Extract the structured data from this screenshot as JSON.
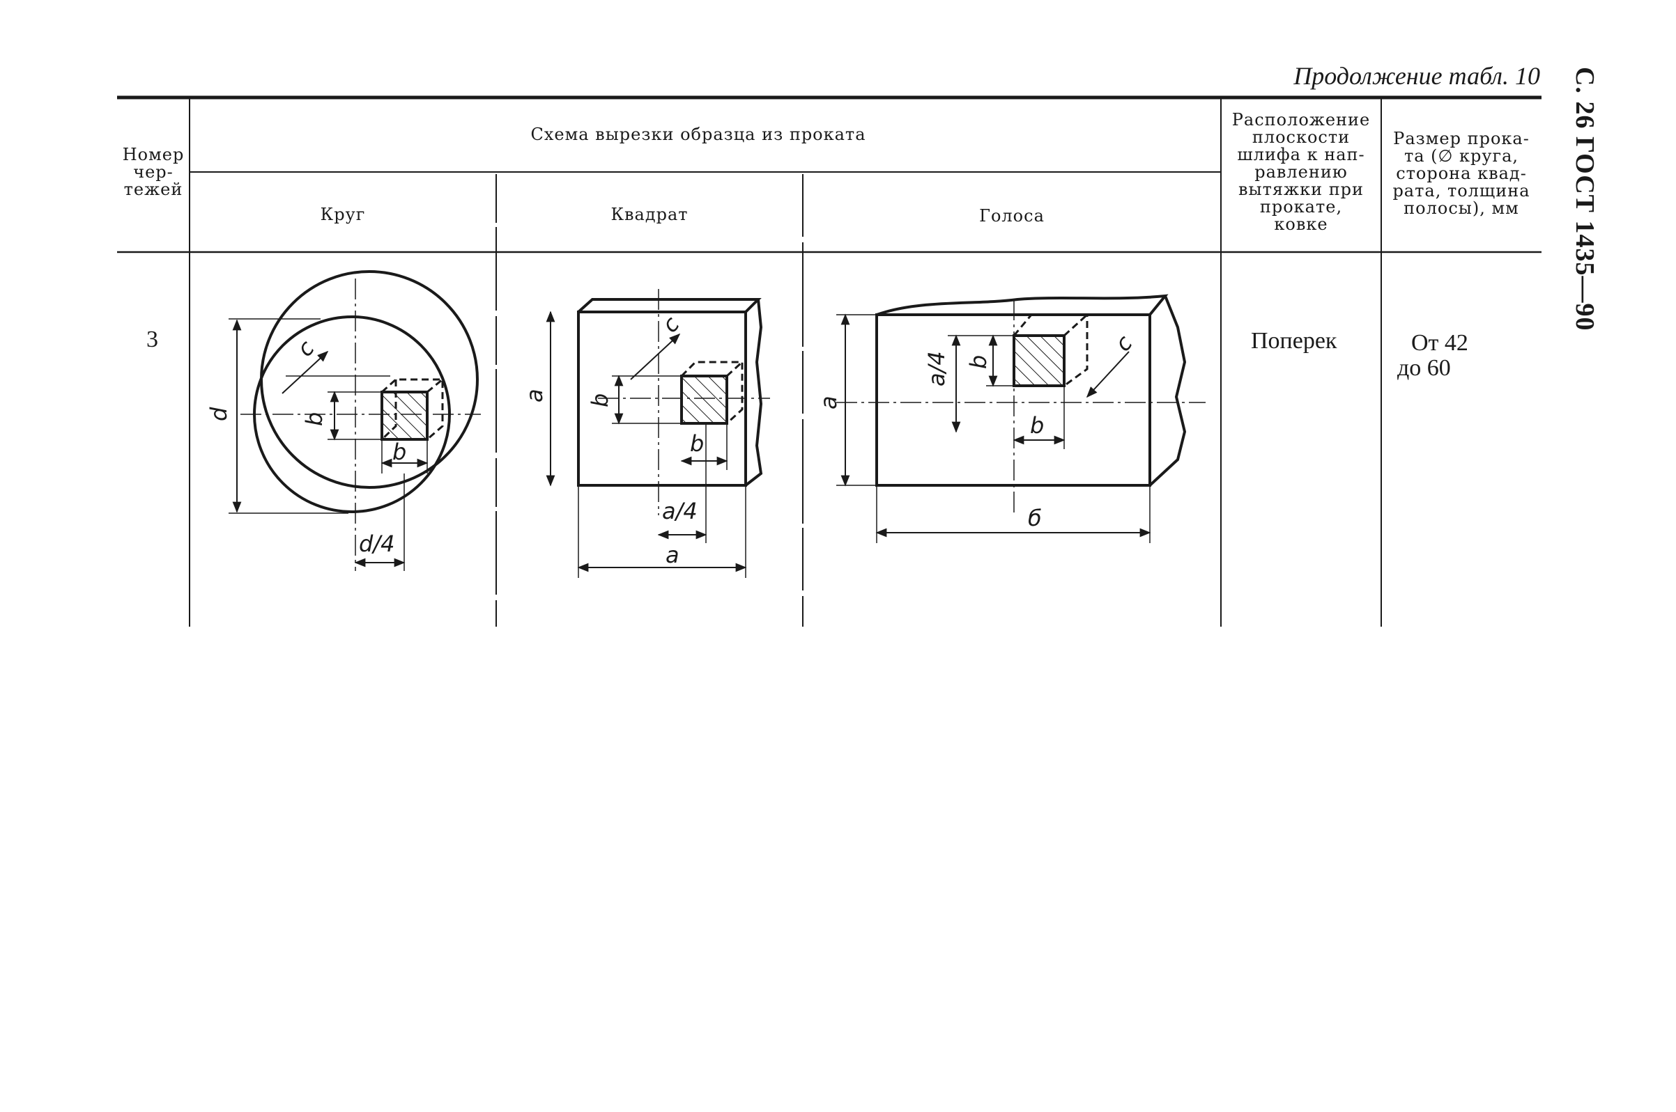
{
  "header": {
    "caption": "Продолжение табл. 10",
    "side_label": "С. 26 ГОСТ 1435—90"
  },
  "table": {
    "col_number": [
      "Номер",
      "чер-",
      "тежей"
    ],
    "col_scheme": "Схема вырезки образца из проката",
    "sub_circle": "Круг",
    "sub_square": "Квадрат",
    "sub_strip": "Голоса",
    "col_position": [
      "Расположение",
      "плоскости",
      "шлифа к нап-",
      "равлению",
      "вытяжки при",
      "прокате,",
      "ковке"
    ],
    "col_size": [
      "Размер прока-",
      "та (∅ круга,",
      "сторона квад-",
      "рата, толщина",
      "полосы), мм"
    ],
    "row": {
      "number": "3",
      "position": "Поперек",
      "size": [
        "От 42",
        "до 60"
      ]
    }
  },
  "drawing_labels": {
    "circle": {
      "d": "d",
      "c": "c",
      "b_side": "b",
      "b_bottom": "b",
      "d4": "d/4"
    },
    "square": {
      "a": "a",
      "c": "c",
      "b_side": "b",
      "b_bottom": "b",
      "a4": "a/4",
      "a_bottom": "a"
    },
    "strip": {
      "a": "a",
      "a4": "a/4",
      "b_side": "b",
      "c": "c",
      "b_bottom": "b",
      "width": "б"
    }
  }
}
